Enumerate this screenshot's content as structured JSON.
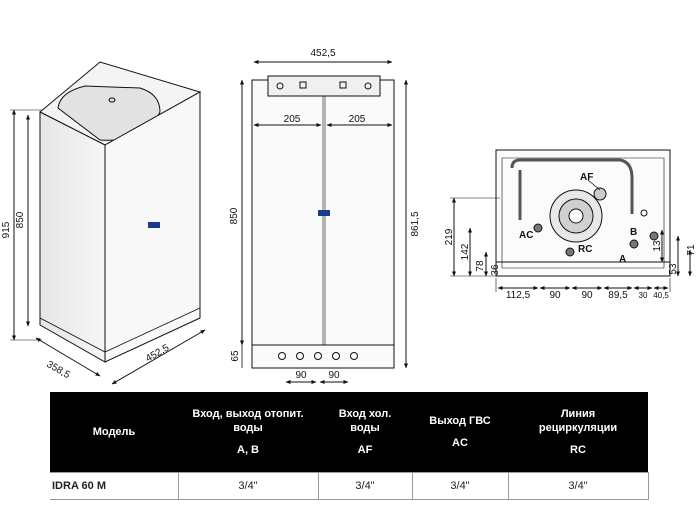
{
  "drawing": {
    "iso": {
      "d_915": "915",
      "d_850": "850",
      "d_358_5": "358,5",
      "d_452_5": "452,5"
    },
    "front": {
      "d_452_5": "452,5",
      "d_205_left": "205",
      "d_205_right": "205",
      "d_850": "850",
      "d_861_5": "861,5",
      "d_65": "65",
      "d_90_left": "90",
      "d_90_right": "90"
    },
    "bottom": {
      "d_219": "219",
      "d_142": "142",
      "d_78": "78",
      "d_36": "36",
      "d_13": "13",
      "d_53": "53",
      "d_71": "71",
      "d_112_5": "112,5",
      "d_90_a": "90",
      "d_90_b": "90",
      "d_89_5": "89,5",
      "d_30": "30",
      "d_40_5": "40,5",
      "lbl_af": "AF",
      "lbl_ac": "AC",
      "lbl_rc": "RC",
      "lbl_b": "B",
      "lbl_a": "A"
    }
  },
  "table": {
    "headers": {
      "model": "Модель",
      "heating": [
        "Вход, выход отопит.",
        "воды",
        "A, B"
      ],
      "cold": [
        "Вход хол.",
        "воды",
        "AF"
      ],
      "dhw": [
        "Выход ГВС",
        "AC"
      ],
      "recirc": [
        "Линия",
        "рециркуляции",
        "RC"
      ]
    },
    "row": {
      "model": "IDRA 60 M",
      "heating": "3/4\"",
      "cold": "3/4\"",
      "dhw": "3/4\"",
      "recirc": "3/4\""
    }
  }
}
